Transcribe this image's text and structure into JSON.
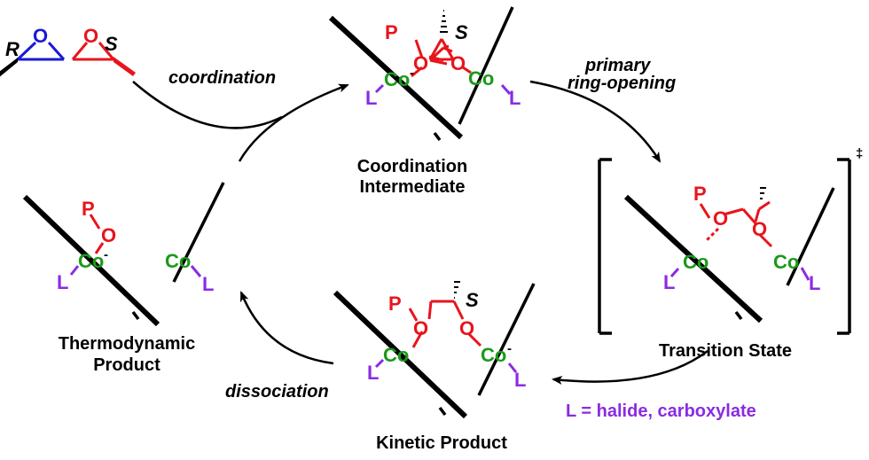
{
  "atoms": {
    "O": "O",
    "P": "P",
    "Co": "Co",
    "L": "L",
    "R": "R",
    "S": "S",
    "minus": "-",
    "dagger": "‡"
  },
  "steps": {
    "coordination": "coordination",
    "primary_line1": "primary",
    "primary_line2": "ring-opening",
    "dissociation": "dissociation"
  },
  "labels": {
    "coord_int_line1": "Coordination",
    "coord_int_line2": "Intermediate",
    "transition_state": "Transition State",
    "kinetic_product": "Kinetic Product",
    "thermo_line1": "Thermodynamic",
    "thermo_line2": "Product",
    "legend": "L = halide, carboxylate"
  },
  "colors": {
    "metal": "#1a9a1a",
    "oxygen": "#e8141c",
    "ligand": "#8a2be2",
    "r_epoxide": "#1a1ad6"
  }
}
